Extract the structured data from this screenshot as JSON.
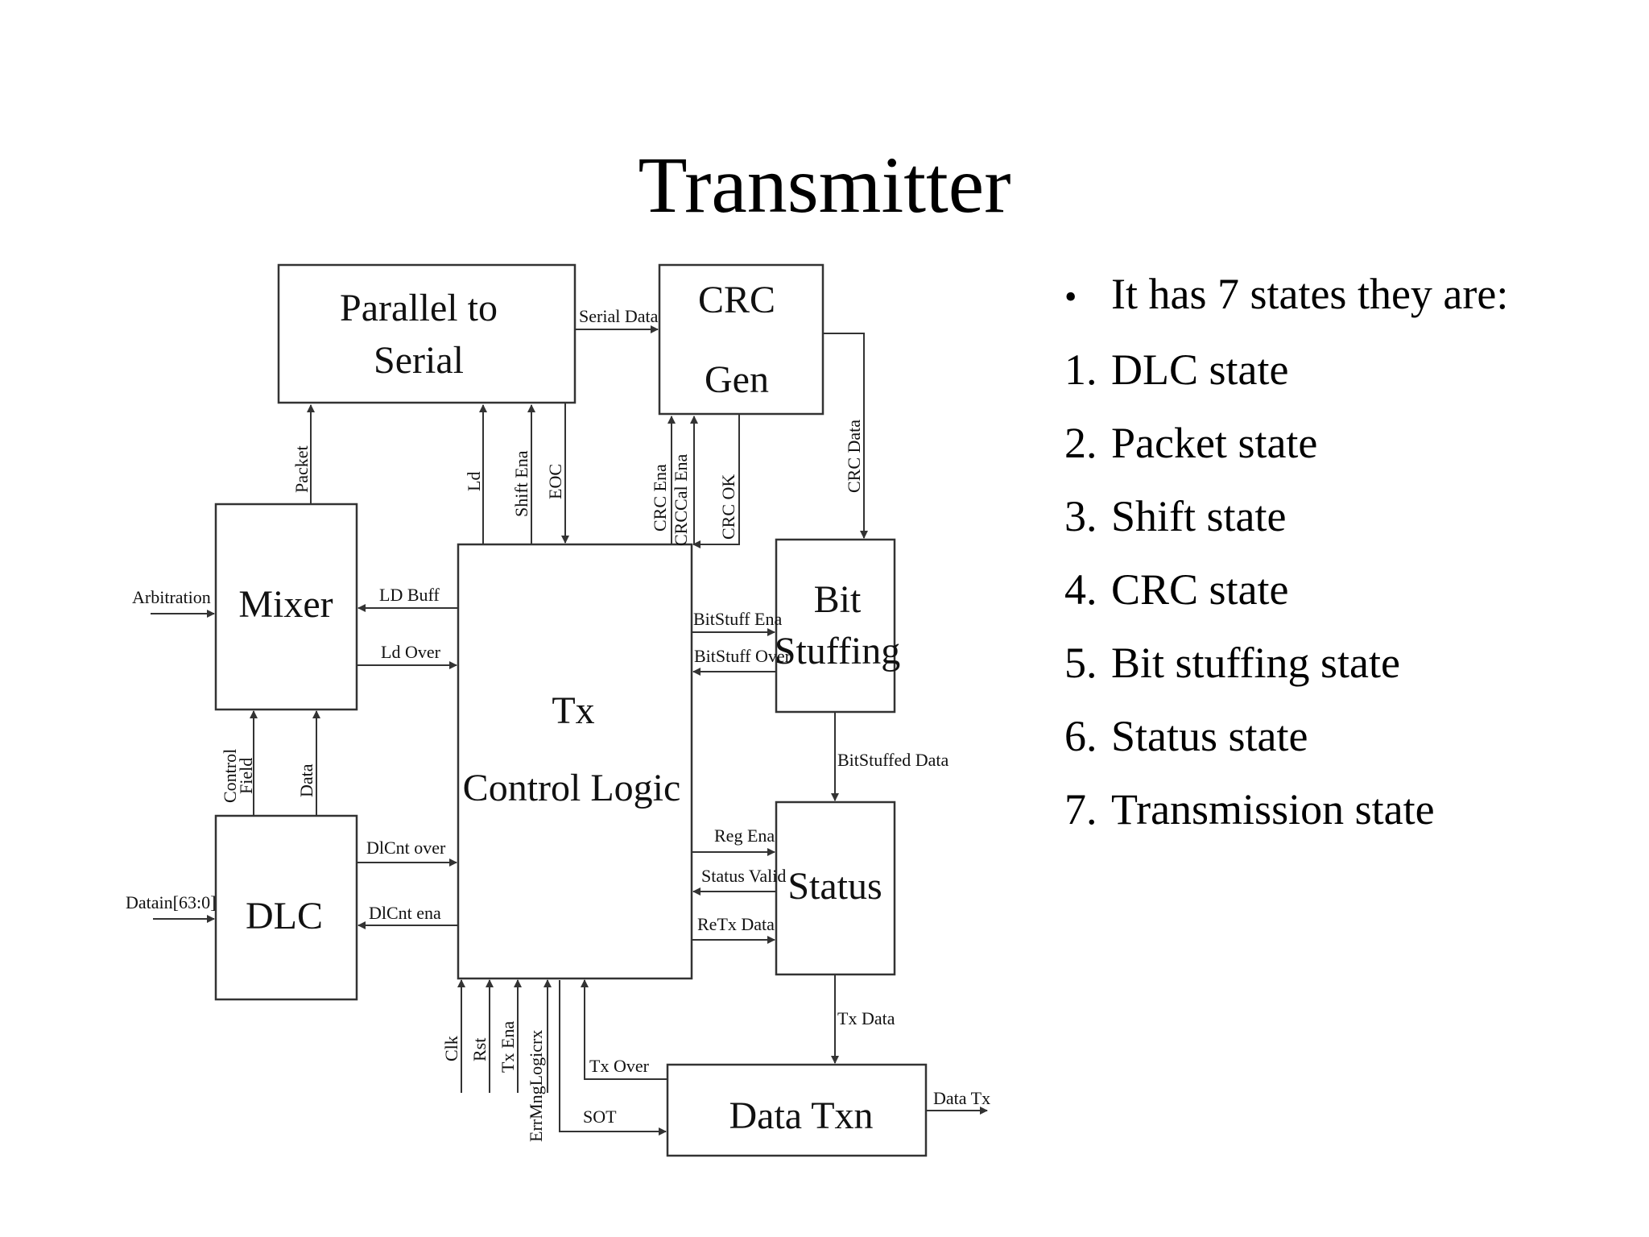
{
  "title": "Transmitter",
  "diagram": {
    "blocks": {
      "p2s_line1": "Parallel to",
      "p2s_line2": "Serial",
      "crc_line1": "CRC",
      "crc_line2": "Gen",
      "mixer": "Mixer",
      "tx_line1": "Tx",
      "tx_line2": "Control Logic",
      "bit_line1": "Bit",
      "bit_line2": "Stuffing",
      "status": "Status",
      "dlc": "DLC",
      "datatxn": "Data Txn"
    },
    "signals": {
      "serial_data": "Serial Data",
      "packet": "Packet",
      "ld": "Ld",
      "shift_ena": "Shift Ena",
      "eoc": "EOC",
      "crc_ena": "CRC Ena",
      "crccal_ena": "CRCCal Ena",
      "crc_ok": "CRC OK",
      "crc_data": "CRC Data",
      "arbitration": "Arbitration",
      "ld_buff": "LD Buff",
      "ld_over": "Ld Over",
      "bitstuff_ena": "BitStuff Ena",
      "bitstuff_over": "BitStuff Over",
      "control_field_1": "Control",
      "control_field_2": "Field",
      "data": "Data",
      "bitstuffed_data": "BitStuffed Data",
      "reg_ena": "Reg Ena",
      "status_valid": "Status Valid",
      "retx_data": "ReTx Data",
      "dlcnt_over": "DlCnt over",
      "dlcnt_ena": "DlCnt ena",
      "datain": "Datain[63:0]",
      "clk": "Clk",
      "rst": "Rst",
      "tx_ena": "Tx Ena",
      "errmnglogicrx": "ErrMngLogicrx",
      "tx_over": "Tx Over",
      "sot": "SOT",
      "tx_data": "Tx Data",
      "data_tx": "Data Tx"
    }
  },
  "bullets": {
    "intro_marker": "•",
    "intro": "It has 7 states they are:",
    "items": [
      {
        "num": "1.",
        "label": "DLC state"
      },
      {
        "num": "2.",
        "label": "Packet state"
      },
      {
        "num": "3.",
        "label": "Shift state"
      },
      {
        "num": "4.",
        "label": "CRC state"
      },
      {
        "num": "5.",
        "label": "Bit stuffing state"
      },
      {
        "num": "6.",
        "label": "Status state"
      },
      {
        "num": "7.",
        "label": "Transmission state"
      }
    ]
  }
}
